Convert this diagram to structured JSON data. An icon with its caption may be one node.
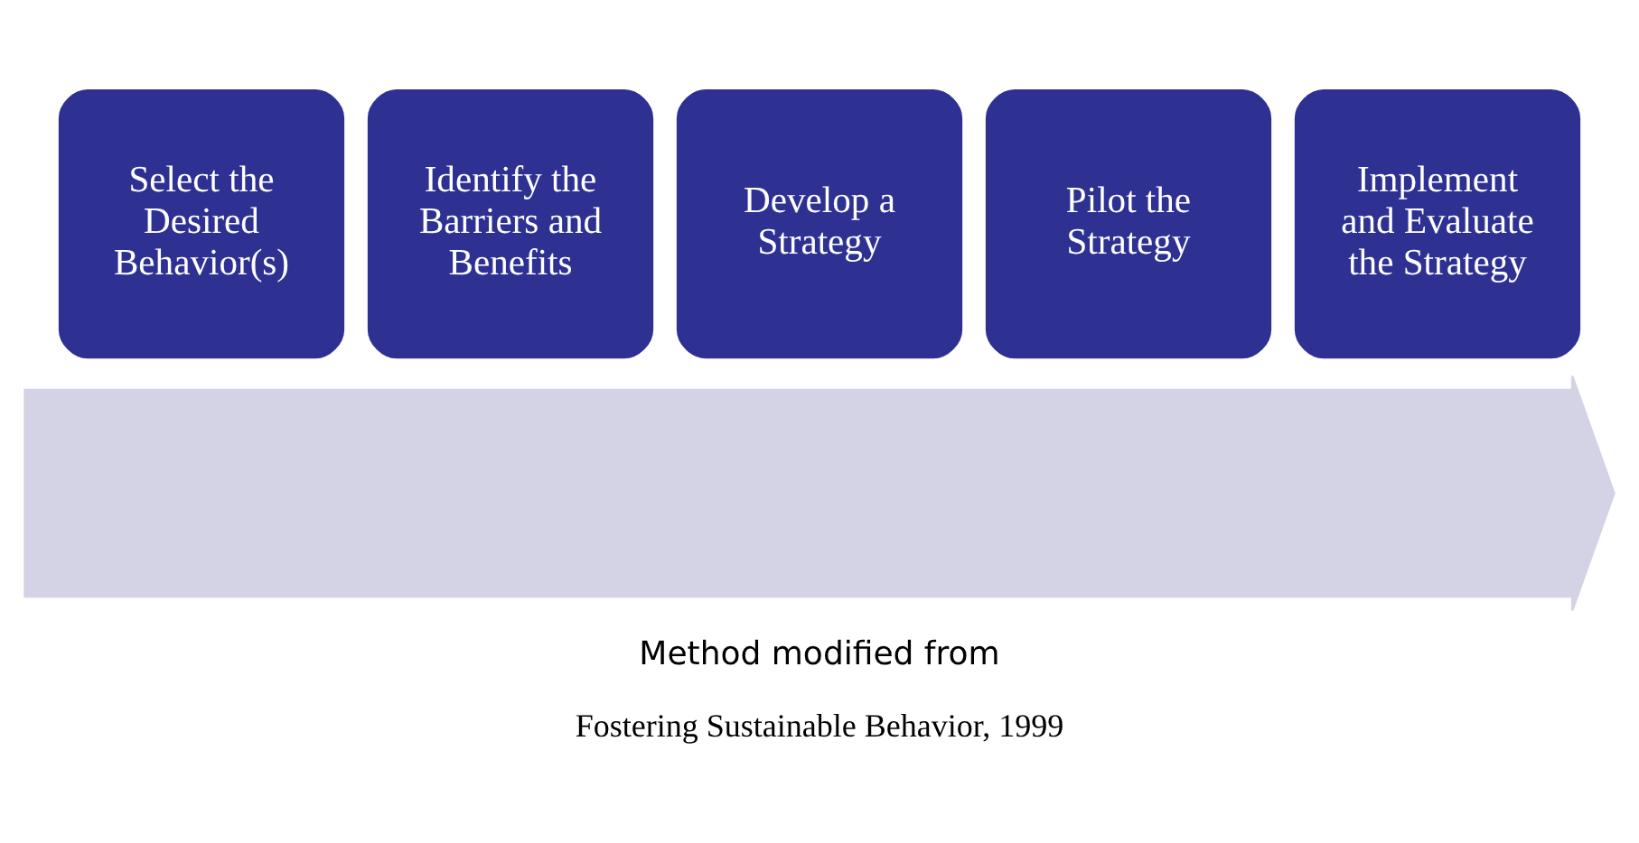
{
  "diagram": {
    "nodes": [
      {
        "text": [
          "Select the Desired Behavior(s)"
        ]
      },
      {
        "text": [
          "Identify the Barriers and Benefits"
        ]
      },
      {
        "text": [
          "Develop a Strategy"
        ]
      },
      {
        "text": [
          "Pilot the Strategy"
        ]
      },
      {
        "text": [
          "Implement and Evaluate the Strategy"
        ]
      },
      {
        "text": [],
        "shape": "arrow"
      }
    ],
    "labels": [
      "Method modified from",
      "Fostering Sustainable Behavior, 1999"
    ]
  }
}
